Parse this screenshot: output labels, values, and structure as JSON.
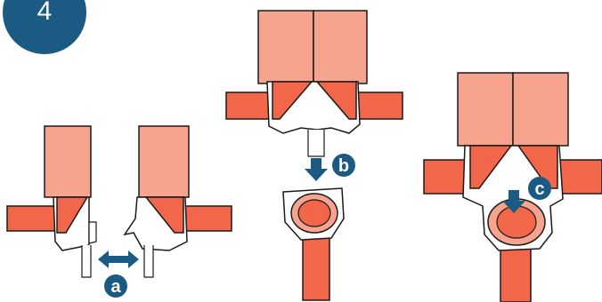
{
  "step": {
    "number": "4"
  },
  "callouts": {
    "a": "a",
    "b": "b",
    "c": "c"
  },
  "colors": {
    "badge": "#1b5a83",
    "arrow": "#1b5a83",
    "strap": "#f2664a",
    "strap_light": "#f6a48e",
    "outline": "#1a1a1a",
    "housing": "#ffffff"
  },
  "icons": {
    "step_badge": "circle-number",
    "separate_arrow": "double-horizontal-arrow-icon",
    "insert_arrow": "down-arrow-icon"
  }
}
